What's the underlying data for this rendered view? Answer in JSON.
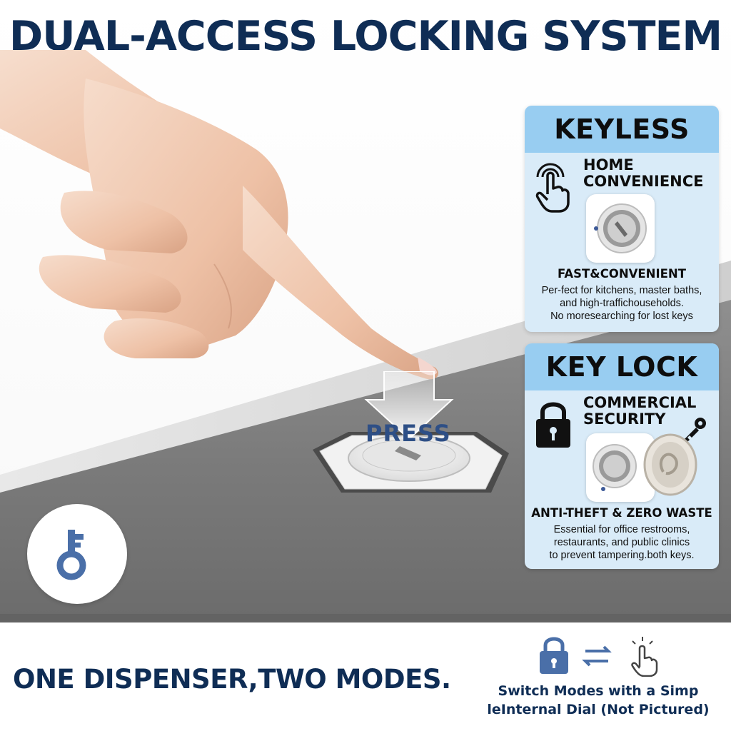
{
  "headline": "DUAL-ACCESS LOCKING SYSTEM",
  "press_label": "PRESS",
  "tagline": "ONE DISPENSER,TWO MODES.",
  "switch_note": {
    "line1": "Switch Modes with a Simp",
    "line2": "leInternal Dial (Not Pictured)"
  },
  "cards": {
    "keyless": {
      "header": "KEYLESS",
      "feature_line1": "HOME",
      "feature_line2": "CONVENIENCE",
      "feature_icon": "touch-hand-icon",
      "subtitle": "FAST&CONVENIENT",
      "desc_line1": "Per-fect for kitchens, master baths,",
      "desc_line2": "and high-traffichouseholds.",
      "desc_line3": "No moresearching for lost keys"
    },
    "keylock": {
      "header": "KEY LOCK",
      "feature_line1": "COMMERCIAL",
      "feature_line2": "SECURITY",
      "feature_icon": "padlock-icon",
      "subtitle": "ANTI-THEFT & ZERO WASTE",
      "desc_line1": "Essential for office restrooms,",
      "desc_line2": "restaurants, and public clinics",
      "desc_line3": "to prevent tampering.both keys."
    }
  },
  "icons": {
    "mode_key": "key-icon",
    "switch_lock": "padlock-icon",
    "switch_arrows": "swap-arrows-icon",
    "switch_touch": "touch-hand-icon"
  },
  "colors": {
    "navy": "#0f2d55",
    "card_header": "#98cdf1",
    "card_body": "#d9ebf8",
    "icon_blue": "#4a6fa8"
  }
}
